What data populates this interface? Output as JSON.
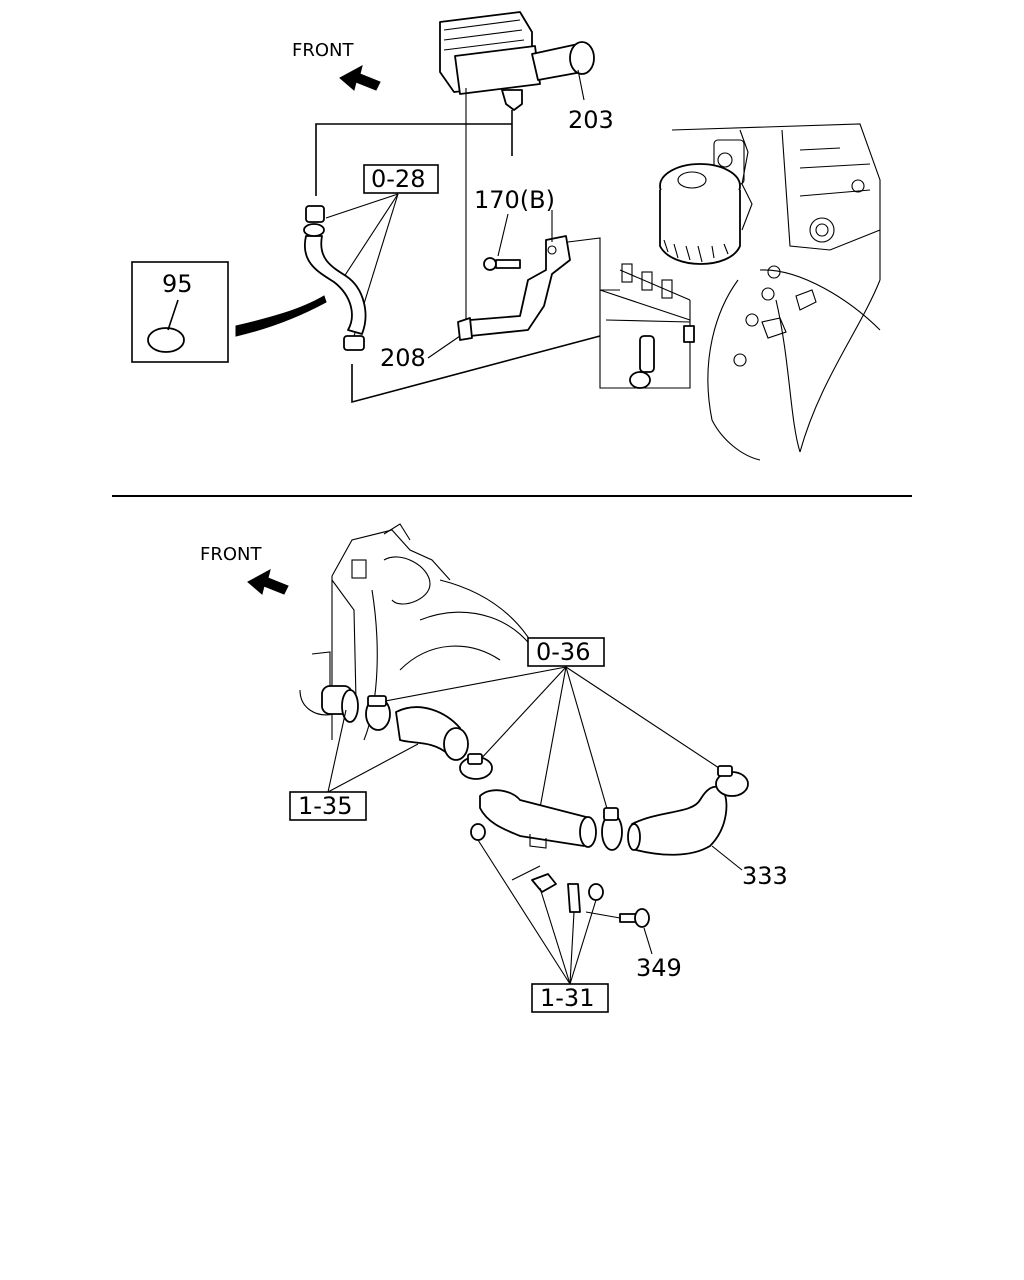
{
  "top_view": {
    "front_label": "FRONT",
    "callouts": {
      "c203": "203",
      "c028": "0-28",
      "c170b": "170(B)",
      "c95": "95",
      "c208": "208"
    }
  },
  "bottom_view": {
    "front_label": "FRONT",
    "callouts": {
      "c036": "0-36",
      "c135": "1-35",
      "c333": "333",
      "c349": "349",
      "c131": "1-31"
    }
  }
}
